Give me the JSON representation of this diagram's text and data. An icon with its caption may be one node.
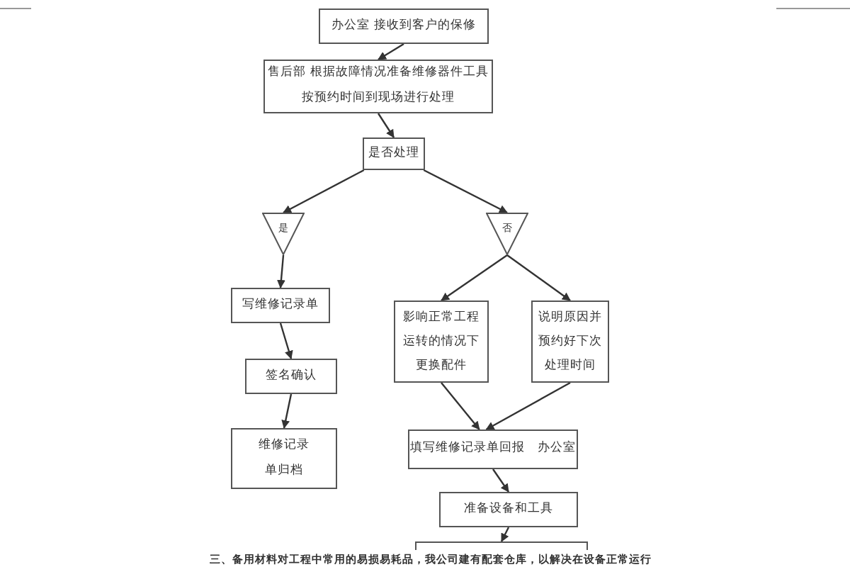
{
  "diagram": {
    "nodes": [
      {
        "text": [
          "办公室 接收到客户的保修"
        ]
      },
      {
        "text": [
          "售后部 根据故障情况准备维修器件工具",
          "按预约时间到现场进行处理"
        ]
      },
      {
        "text": [
          "是否处理"
        ]
      },
      {
        "text": [
          "是"
        ]
      },
      {
        "text": [
          "否"
        ]
      },
      {
        "text": [
          "写维修记录单"
        ]
      },
      {
        "text": [
          "影响正常工程运转的情况下更换配件"
        ]
      },
      {
        "text": [
          "说明原因并预约好下次处理时间"
        ]
      },
      {
        "text": [
          "签名确认"
        ]
      },
      {
        "text": [
          "维修记录单归档"
        ]
      },
      {
        "text": [
          "填写维修记录单回报　办公室"
        ]
      },
      {
        "text": [
          "准备设备和工具"
        ]
      },
      {
        "text": [],
        "shape": "box"
      }
    ],
    "edges": [
      {
        "from": 0,
        "to": 1,
        "arrow": "to"
      },
      {
        "from": 1,
        "to": 2,
        "arrow": "to"
      },
      {
        "from": 2,
        "to": 3,
        "arrow": "to"
      },
      {
        "from": 2,
        "to": 4,
        "arrow": "to"
      },
      {
        "from": 3,
        "to": 5,
        "arrow": "to"
      },
      {
        "from": 5,
        "to": 8,
        "arrow": "to"
      },
      {
        "from": 8,
        "to": 9,
        "arrow": "to"
      },
      {
        "from": 4,
        "to": 6,
        "arrow": "to"
      },
      {
        "from": 4,
        "to": 7,
        "arrow": "to"
      },
      {
        "from": 6,
        "to": 10,
        "arrow": "to"
      },
      {
        "from": 7,
        "to": 10,
        "arrow": "to"
      },
      {
        "from": 10,
        "to": 11,
        "arrow": "to"
      },
      {
        "from": 11,
        "to": 12,
        "arrow": "to"
      }
    ],
    "labels": [
      "三、备用材料对工程中常用的易损易耗品，我公司建有配套仓库，以解决在设备正常运行"
    ]
  }
}
